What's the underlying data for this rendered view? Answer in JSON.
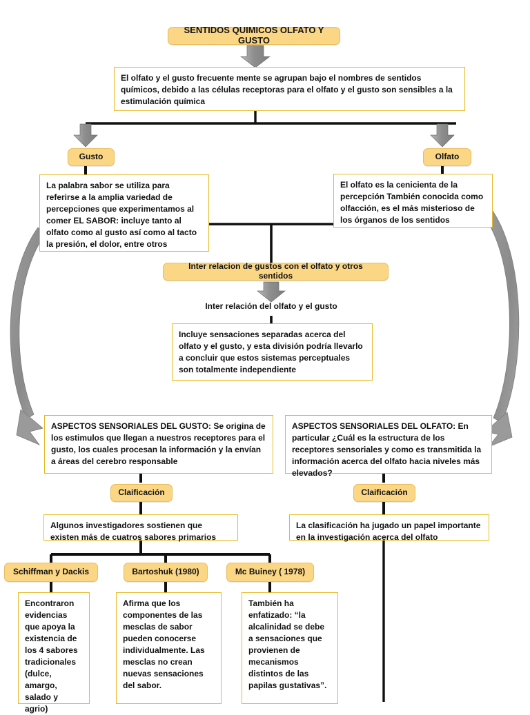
{
  "diagram": {
    "title": "SENTIDOS QUIMICOS OLFATO Y GUSTO",
    "colors": {
      "pill_fill": "#fbd684",
      "pill_border": "#e8bd5e",
      "box_border": "#e8b923",
      "box_fill": "#ffffff",
      "connector": "#101010",
      "arrow_gray": "#8e8e8e",
      "curve_gray": "#8a8a8a",
      "background": "#ffffff"
    },
    "nodes": {
      "root_title": "SENTIDOS QUIMICOS OLFATO Y GUSTO",
      "intro": "El olfato y el gusto frecuente mente se agrupan bajo el nombres de sentidos químicos, debido a las células receptoras  para el olfato y el gusto son sensibles a la estimulación química",
      "branch_gusto": "Gusto",
      "branch_olfato": "Olfato",
      "gusto_def": "La palabra sabor se utiliza para referirse a la amplia variedad de percepciones que experimentamos al comer EL SABOR: incluye tanto al olfato como al gusto así como al tacto la presión, el dolor, entre otros",
      "olfato_def": "El olfato es la cenicienta de la percepción También conocida como olfacción, es el más misterioso de los órganos de los sentidos",
      "interrelacion_pill": "Inter relacion de gustos con el olfato y otros sentidos",
      "interrelacion_caption": "Inter relación del olfato y el gusto",
      "interrelacion_box": "Incluye sensaciones  separadas acerca del olfato y el gusto, y esta división podría llevarlo a concluir que estos sistemas perceptuales son totalmente independiente",
      "aspectos_gusto": "ASPECTOS SENSORIALES DEL GUSTO: Se origina de los estimulos que llegan a nuestros receptores para el gusto, los cuales procesan la información y la envían a áreas del cerebro responsable",
      "aspectos_olfato": "ASPECTOS SENSORIALES DEL OLFATO: En particular ¿Cuál es la estructura de los receptores sensoriales y como es transmitida la información acerca del olfato hacia niveles más elevados?",
      "clasificacion_gusto": "Claificación",
      "clasificacion_olfato": "Claificación",
      "clasif_gusto_box": "Algunos investigadores sostienen que existen más de cuatros sabores primarios",
      "clasif_olfato_box": "La clasificación ha jugado un papel importante en la investigación acerca del olfato",
      "author_1": "Schiffman y Dackis",
      "author_2": "Bartoshuk (1980)",
      "author_3": "Mc Buiney ( 1978)",
      "author_1_box": "Encontraron evidencias que apoya la existencia de los 4 sabores tradicionales (dulce, amargo, salado y agrio)",
      "author_2_box": "Afirma que los componentes de las mesclas de sabor pueden conocerse individualmente. Las mesclas no crean nuevas sensaciones del sabor.",
      "author_3_box": "También ha enfatizado: “la alcalinidad se debe a sensaciones que provienen de mecanismos distintos de las papilas gustativas”."
    }
  }
}
